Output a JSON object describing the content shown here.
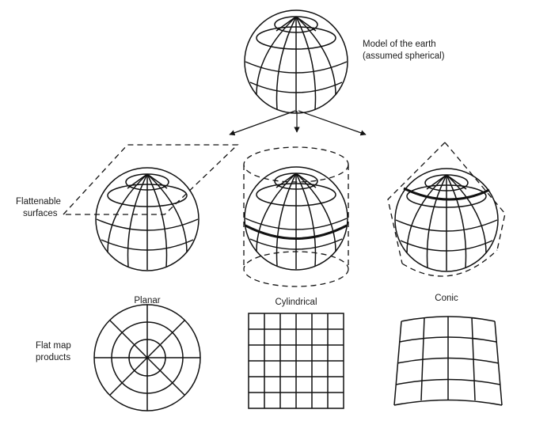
{
  "labels": {
    "model_line1": "Model of the earth",
    "model_line2": "(assumed spherical)",
    "flattenable_line1": "Flattenable",
    "flattenable_line2": "surfaces",
    "flat_map_line1": "Flat map",
    "flat_map_line2": "products"
  },
  "projections": [
    {
      "name": "Planar"
    },
    {
      "name": "Cylindrical"
    },
    {
      "name": "Conic"
    }
  ]
}
